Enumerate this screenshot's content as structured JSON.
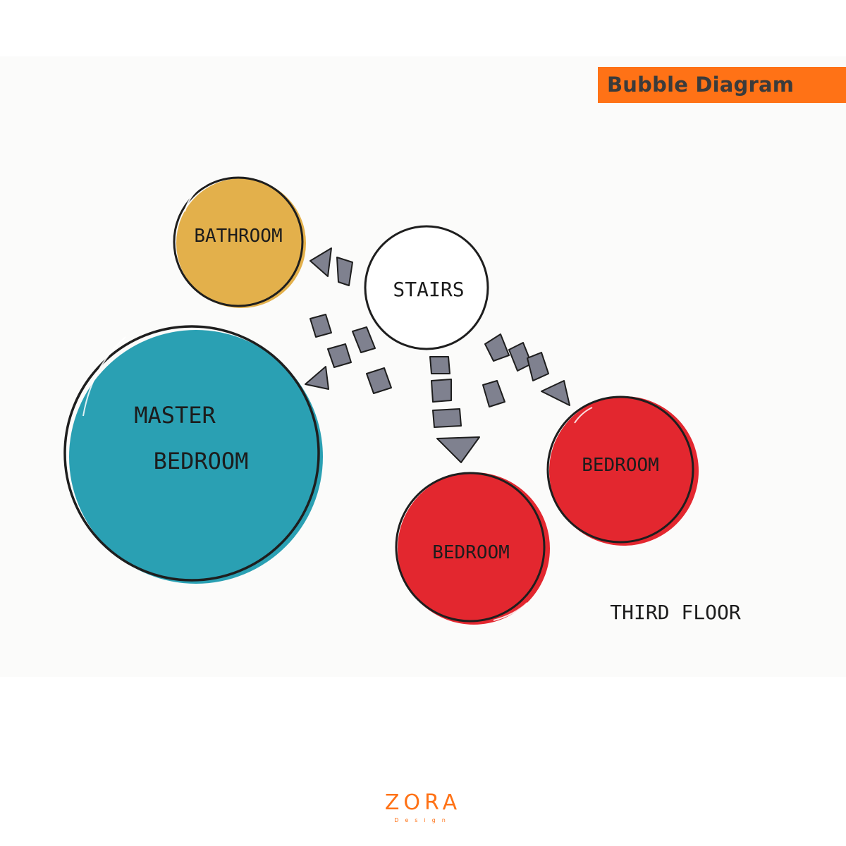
{
  "title": "Bubble Diagram",
  "rooms": {
    "bathroom": "BATHROOM",
    "stairs": "STAIRS",
    "master_line1": "MASTER",
    "master_line2": "BEDROOM",
    "bedroom_1": "BEDROOM",
    "bedroom_2": "BEDROOM"
  },
  "floor_label": "THIRD FLOOR",
  "logo": {
    "name": "ZORA",
    "subtitle": "Design"
  },
  "colors": {
    "accent": "#ff7216",
    "bathroom": "#e3b04b",
    "master": "#2aa0b3",
    "bedroom": "#e3272f",
    "arrow": "#7f818f",
    "stairs": "#ffffff"
  }
}
